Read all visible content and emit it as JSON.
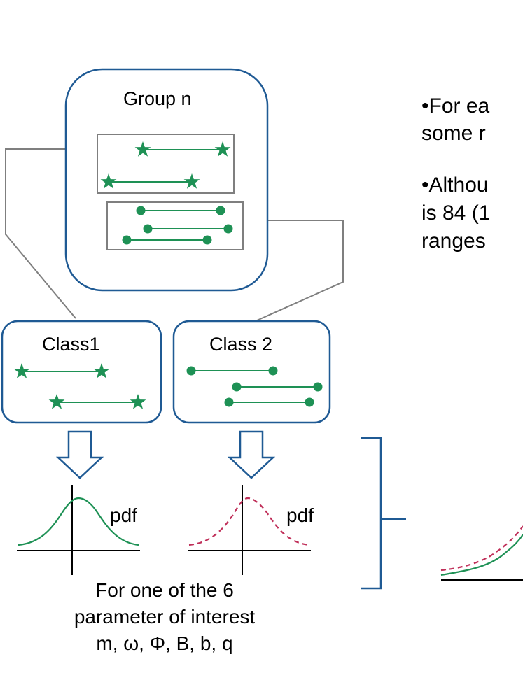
{
  "group": {
    "title": "Group n"
  },
  "classes": [
    {
      "title": "Class1"
    },
    {
      "title": "Class 2"
    }
  ],
  "pdf_labels": [
    "pdf",
    "pdf"
  ],
  "caption": {
    "line1": "For one of the 6",
    "line2": "parameter of interest",
    "line3": "m, ω, Φ, B, b, q"
  },
  "side_text": {
    "line1": "•For ea",
    "line2": "some r",
    "line3": "•Althou",
    "line4": "is 84 (1",
    "line5": "ranges"
  },
  "colors": {
    "box_border": "#1f5a94",
    "group_fill": "#ffffff",
    "green": "#1e9155",
    "red_dashed": "#c0305a",
    "gray": "#7f7f7f",
    "arrow": "#1f5a94"
  }
}
